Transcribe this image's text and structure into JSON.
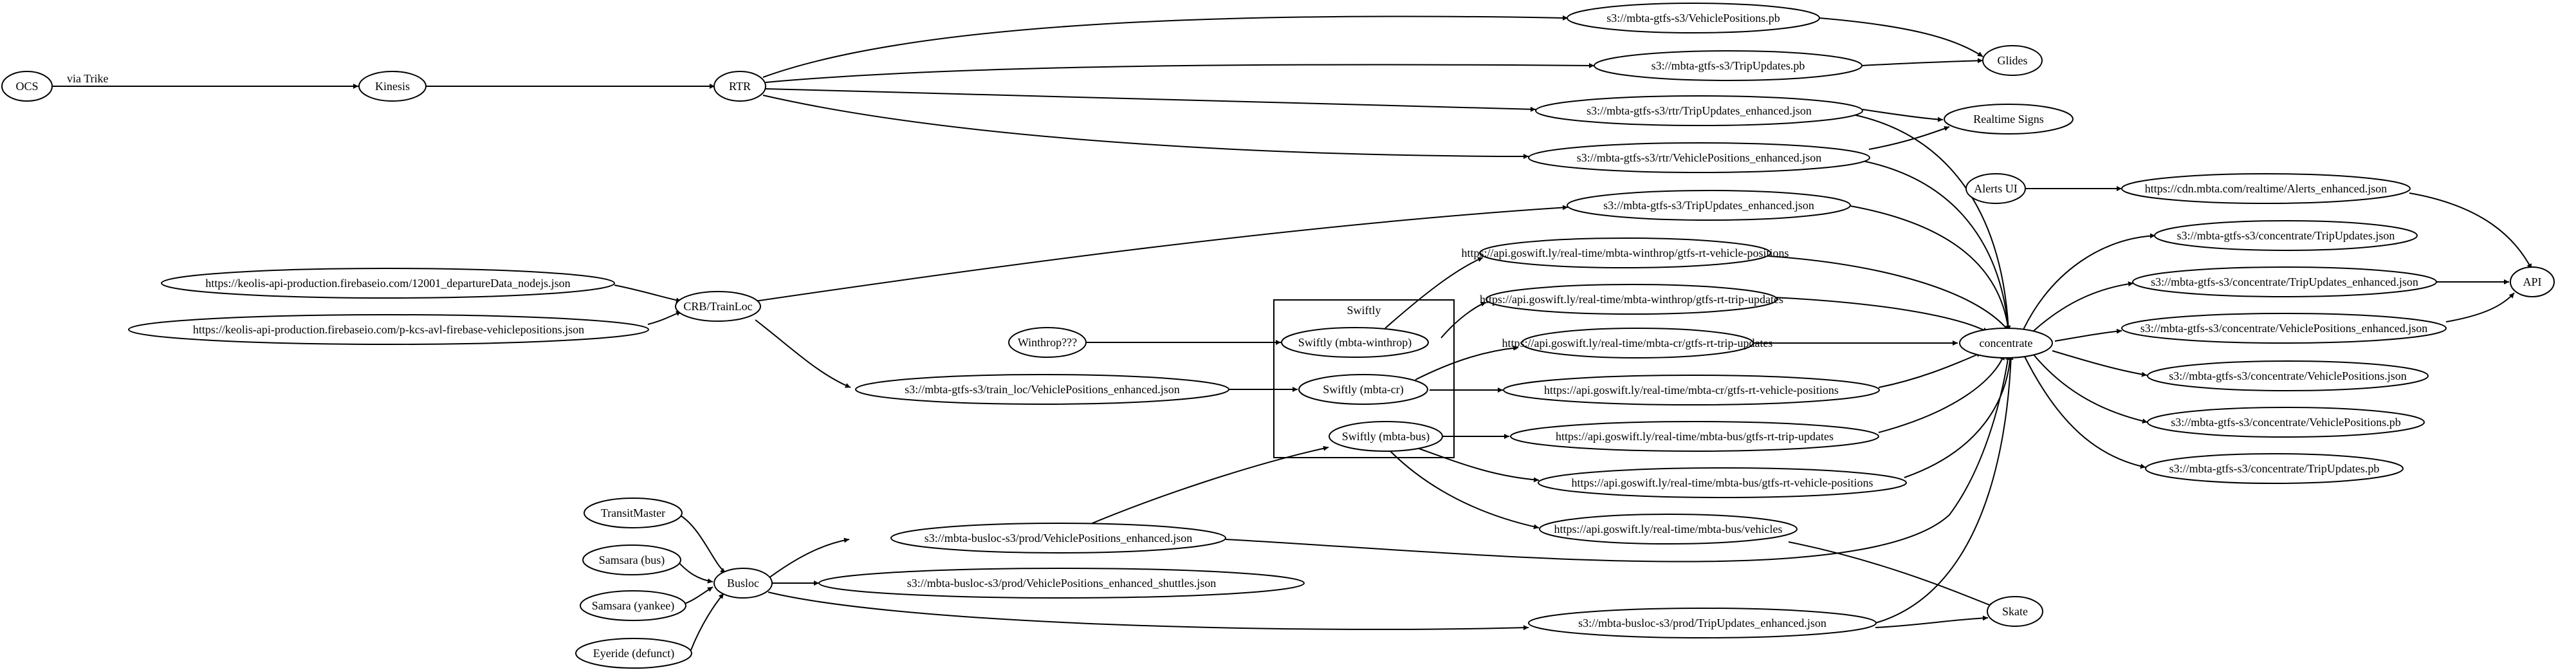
{
  "diagram": {
    "cluster": {
      "label": "Swiftly"
    },
    "nodes": {
      "ocs": "OCS",
      "kinesis": "Kinesis",
      "rtr": "RTR",
      "vp_pb": "s3://mbta-gtfs-s3/VehiclePositions.pb",
      "tu_pb": "s3://mbta-gtfs-s3/TripUpdates.pb",
      "glides": "Glides",
      "rtr_tu_enh": "s3://mbta-gtfs-s3/rtr/TripUpdates_enhanced.json",
      "realtime_signs": "Realtime Signs",
      "rtr_vp_enh": "s3://mbta-gtfs-s3/rtr/VehiclePositions_enhanced.json",
      "alerts_ui": "Alerts UI",
      "alerts_enh": "https://cdn.mbta.com/realtime/Alerts_enhanced.json",
      "tu_enh": "s3://mbta-gtfs-s3/TripUpdates_enhanced.json",
      "keolis_1": "https://keolis-api-production.firebaseio.com/12001_departureData_nodejs.json",
      "keolis_2": "https://keolis-api-production.firebaseio.com/p-kcs-avl-firebase-vehiclepositions.json",
      "crb": "CRB/TrainLoc",
      "swiftly_wt_vp": "https://api.goswift.ly/real-time/mbta-winthrop/gtfs-rt-vehicle-positions",
      "swiftly_wt_tu": "https://api.goswift.ly/real-time/mbta-winthrop/gtfs-rt-trip-updates",
      "winthrop": "Winthrop???",
      "swiftly_wt": "Swiftly (mbta-winthrop)",
      "swiftly_cr_tu": "https://api.goswift.ly/real-time/mbta-cr/gtfs-rt-trip-updates",
      "concentrate": "concentrate",
      "train_loc_vp": "s3://mbta-gtfs-s3/train_loc/VehiclePositions_enhanced.json",
      "swiftly_cr": "Swiftly (mbta-cr)",
      "swiftly_cr_vp": "https://api.goswift.ly/real-time/mbta-cr/gtfs-rt-vehicle-positions",
      "swiftly_bus": "Swiftly (mbta-bus)",
      "swiftly_bus_tu": "https://api.goswift.ly/real-time/mbta-bus/gtfs-rt-trip-updates",
      "swiftly_bus_vp": "https://api.goswift.ly/real-time/mbta-bus/gtfs-rt-vehicle-positions",
      "swiftly_bus_vehicles": "https://api.goswift.ly/real-time/mbta-bus/vehicles",
      "c_tu_json": "s3://mbta-gtfs-s3/concentrate/TripUpdates.json",
      "c_tu_enh": "s3://mbta-gtfs-s3/concentrate/TripUpdates_enhanced.json",
      "api": "API",
      "c_vp_enh": "s3://mbta-gtfs-s3/concentrate/VehiclePositions_enhanced.json",
      "c_vp_json": "s3://mbta-gtfs-s3/concentrate/VehiclePositions.json",
      "c_vp_pb": "s3://mbta-gtfs-s3/concentrate/VehiclePositions.pb",
      "c_tu_pb": "s3://mbta-gtfs-s3/concentrate/TripUpdates.pb",
      "transitmaster": "TransitMaster",
      "samsara_bus": "Samsara (bus)",
      "samsara_yankee": "Samsara (yankee)",
      "eyeride": "Eyeride (defunct)",
      "busloc": "Busloc",
      "busloc_vp_enh": "s3://mbta-busloc-s3/prod/VehiclePositions_enhanced.json",
      "busloc_vp_shuttles": "s3://mbta-busloc-s3/prod/VehiclePositions_enhanced_shuttles.json",
      "busloc_tu_enh": "s3://mbta-busloc-s3/prod/TripUpdates_enhanced.json",
      "skate": "Skate"
    },
    "edge_labels": {
      "ocs_kinesis": "via Trike"
    }
  }
}
